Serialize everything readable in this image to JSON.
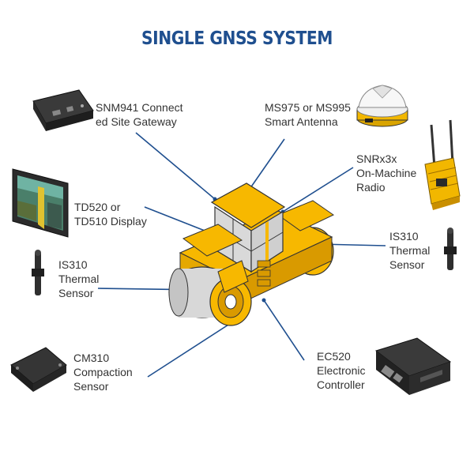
{
  "title": "SINGLE GNSS SYSTEM",
  "labels": {
    "snm941": "SNM941 Connect\ned Site Gateway",
    "ms975": "MS975 or MS995\nSmart Antenna",
    "snrx3x": "SNRx3x\nOn-Machine\nRadio",
    "td520": "TD520 or\nTD510 Display",
    "is310_left": "IS310\nThermal\nSensor",
    "is310_right": "IS310\nThermal\nSensor",
    "cm310": "CM310\nCompaction\nSensor",
    "ec520": "EC520\nElectronic\nController"
  },
  "colors": {
    "title": "#1f4f8f",
    "leader_line": "#1f4f8f",
    "machine_yellow": "#f7b800",
    "machine_dark_yellow": "#d99a00",
    "device_dark": "#2b2b2b"
  },
  "components": [
    {
      "name": "snm941-gateway",
      "icon": "gateway-icon"
    },
    {
      "name": "ms975-antenna",
      "icon": "antenna-icon"
    },
    {
      "name": "snrx3x-radio",
      "icon": "radio-icon"
    },
    {
      "name": "td520-display",
      "icon": "display-icon"
    },
    {
      "name": "is310-thermal-sensor",
      "icon": "thermal-sensor-icon"
    },
    {
      "name": "cm310-compaction-sensor",
      "icon": "compaction-sensor-icon"
    },
    {
      "name": "ec520-controller",
      "icon": "controller-icon"
    },
    {
      "name": "roller-compactor",
      "icon": "roller-icon"
    }
  ]
}
